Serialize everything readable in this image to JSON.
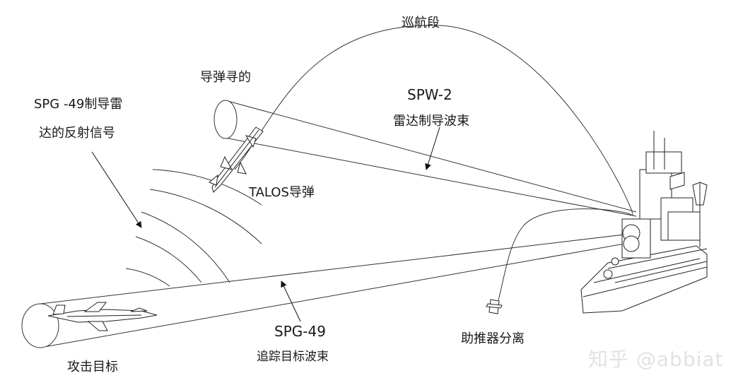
{
  "labels": {
    "cruise_segment": "巡航段",
    "missile_seeker": "导弹寻的",
    "spg49_reflect_line1": "SPG -49制导雷",
    "spg49_reflect_line2": "达的反射信号",
    "spw2_title": "SPW-2",
    "spw2_sub": "雷达制导波束",
    "talos_missile": "TALOS导弹",
    "spg49_title": "SPG-49",
    "spg49_sub": "追踪目标波束",
    "booster_separation": "助推器分离",
    "attack_target": "攻击目标"
  },
  "watermark": "知乎 @abbiat",
  "colors": {
    "line": "#333333",
    "text": "#1a1a1a",
    "watermark": "#e2e2e2"
  },
  "icons": [
    "fighter-jet-icon",
    "missile-icon",
    "warship-icon",
    "booster-icon"
  ]
}
